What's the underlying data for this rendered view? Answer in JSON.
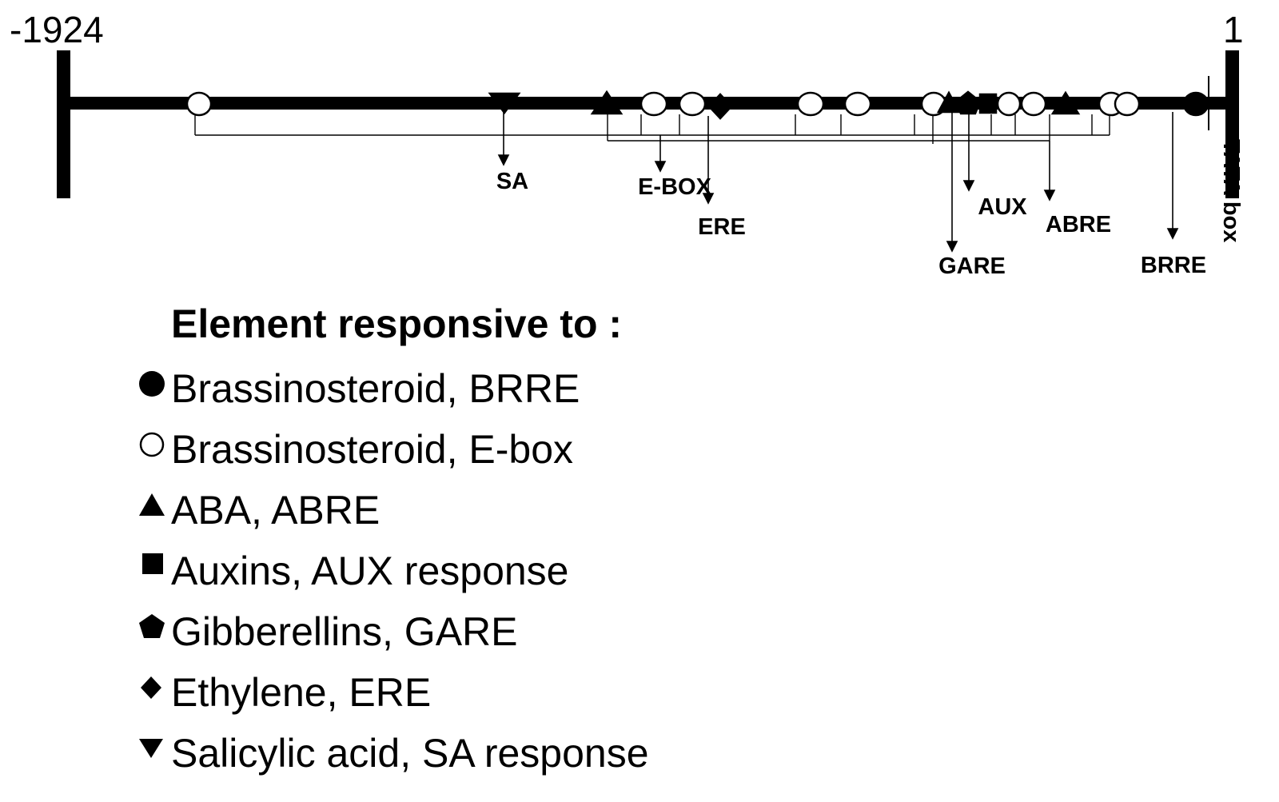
{
  "figure": {
    "start_label": "-1924",
    "end_label": "1",
    "tata_label": "TATA box"
  },
  "element_labels": {
    "sa": "SA",
    "ebox": "E-BOX",
    "ere": "ERE",
    "aux": "AUX",
    "gare": "GARE",
    "abre": "ABRE",
    "brre": "BRRE"
  },
  "legend": {
    "title": "Element responsive to",
    "title_suffix": ":",
    "items": [
      {
        "symbol": "filled-circle",
        "label": "Brassinosteroid, BRRE"
      },
      {
        "symbol": "open-circle",
        "label": "Brassinosteroid, E-box"
      },
      {
        "symbol": "filled-triangle",
        "label": "ABA, ABRE"
      },
      {
        "symbol": "filled-square",
        "label": "Auxins, AUX response"
      },
      {
        "symbol": "filled-pentagon",
        "label": "Gibberellins, GARE"
      },
      {
        "symbol": "filled-diamond",
        "label": "Ethylene, ERE"
      },
      {
        "symbol": "inverted-triangle",
        "label": "Salicylic acid, SA response"
      }
    ]
  }
}
